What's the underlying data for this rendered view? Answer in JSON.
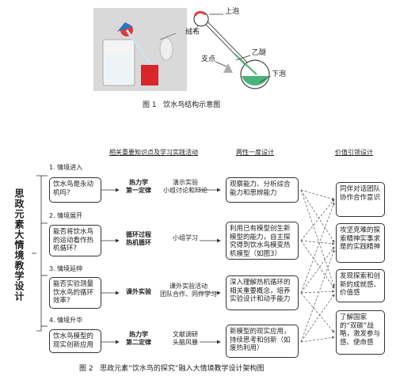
{
  "figure1": {
    "caption": "图 1   饮水鸟结构示意图",
    "labels": {
      "felt": "绒布",
      "upper_bulb": "上泡",
      "ether": "乙醚",
      "pivot": "支点",
      "lower_bulb": "下泡"
    }
  },
  "figure2": {
    "caption": "图 2   思政元素“饮水鸟的探究”融入大情境教学设计架构图",
    "col_headers": {
      "knowledge": "相关重要知识点及学习实践活动",
      "literacy": "两性一度设计",
      "values": "价值引领设计"
    },
    "title_vertical": "思政元素大情境教学设计",
    "rows": [
      {
        "stage": "1. 情境进入",
        "question": "饮水鸟是永动机吗?",
        "law_line1": "热力学",
        "law_line2": "第一定律",
        "activity1": "演示实验",
        "activity2": "小组讨论和辩论",
        "design": "观察能力、分析综合能力和思辨能力"
      },
      {
        "stage": "2. 情境展开",
        "question": "能否将饮水鸟的运动看作热机循环?",
        "law_line1": "循环过程",
        "law_line2": "热机循环",
        "activity1": "小组学习",
        "activity2": "",
        "design": "利用已有模型创生新模型的能力，自主探究得到饮水鸟模变热机模型（如图3）"
      },
      {
        "stage": "3. 情境延伸",
        "question": "能否实验测量饮水鸟的循环效率?",
        "law_line1": "课外实验",
        "law_line2": "",
        "activity1": "课外实验活动",
        "activity2": "团队合作、同伴学习",
        "design": "深入理解热机循环的相关重要概念，培养实验设计和动手能力"
      },
      {
        "stage": "4. 情境升华",
        "question": "饮水鸟模型的现实创新应用",
        "law_line1": "热力学",
        "law_line2": "第二定律",
        "activity1": "文献调研",
        "activity2": "头脑风暴",
        "design": "新模型的现实应用，持续思考和创新（如废热利用）"
      }
    ],
    "values": [
      "同伴对话团队协作合作意识",
      "攻坚克难的探索精神实事求是的实践精神",
      "发现探索和创新的成就感、价值感",
      "了解国家的“双碳”战略，激发参与感、使命感"
    ]
  }
}
